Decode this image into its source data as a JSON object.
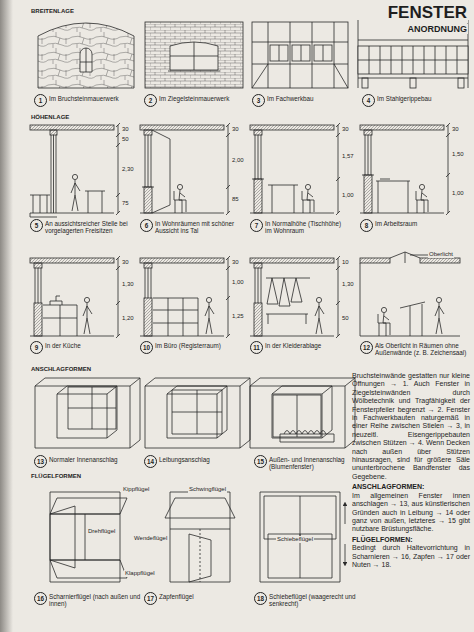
{
  "diagram": {
    "title": "FENSTER",
    "nodes": [
      {
        "text": [
          "1",
          "Im Bruchsteinmauerwerk"
        ]
      },
      {
        "text": [
          "2",
          "Im Ziegelsteinmauerwerk"
        ]
      },
      {
        "text": [
          "3",
          "Im Fachwerkbau"
        ]
      },
      {
        "text": [
          "4",
          "Im Stahlgerippebau"
        ]
      },
      {
        "text": [
          "5",
          "An aussichtsreicher Stelle bei vorgelagerten Freisitzen"
        ]
      },
      {
        "text": [
          "6",
          "In Wohnräumen mit schöner Aussicht ins Tal"
        ]
      },
      {
        "text": [
          "7",
          "In Normalhöhe (Tischhöhe) im Wohnraum"
        ]
      },
      {
        "text": [
          "8",
          "Im Arbeitsraum"
        ]
      },
      {
        "text": [
          "9",
          "In der Küche"
        ]
      },
      {
        "text": [
          "10",
          "Im Büro (Registerraum)"
        ]
      },
      {
        "text": [
          "11",
          "In der Kleiderablage"
        ]
      },
      {
        "text": [
          "12",
          "Als Oberlicht in Räumen ohne Außenwände (z. B. Zeichensaal)"
        ]
      },
      {
        "text": [
          "13",
          "Normaler Innenanschlag"
        ]
      },
      {
        "text": [
          "14",
          "Leibungsanschlag"
        ]
      },
      {
        "text": [
          "15",
          "Außen- und Innenanschlag (Blumenfenster)"
        ]
      },
      {
        "text": [
          "16",
          "Scharnierflügel (nach außen und innen)"
        ]
      },
      {
        "text": [
          "17",
          "Zapfenflügel"
        ]
      },
      {
        "text": [
          "18",
          "Schiebeflügel (waagerecht und senkrecht)"
        ]
      }
    ],
    "labels": [
      "ANORDNUNG",
      "BREITENLAGE",
      "HÖHENLAGE",
      "ANSCHLAGFORMEN",
      "FLÜGELFORMEN",
      "30",
      "50",
      "2,30",
      "75",
      "30",
      "2,00",
      "85",
      "30",
      "1,57",
      "1,00",
      "30",
      "1,50",
      "1,00",
      "30",
      "1,30",
      "1,20",
      "30",
      "1,00",
      "1,25",
      "10",
      "1,30",
      "50",
      "Oberlicht",
      "Kippflügel",
      "Drehflügel",
      "Klappflügel",
      "Schwingflügel",
      "Wendeflügel",
      "Schiebeflügel",
      "Bruchsteinwände gestatten nur kleine Öffnungen → 1. Auch Fenster in Ziegelsteinwänden durch Wölbetechnik und Tragfähigkeit der Fensterpfeiler begrenzt → 2. Fenster in Fachwerkbauten naturgemäß in einer Reihe zwischen Stielen → 3, in neuzeitl. Eisengerippebauten zwischen Stützen → 4. Wenn Decken nach außen über Stützen hinausragen, sind für größere Säle ununterbrochene Bandfenster das Gegebene.",
      "ANSCHLAGFORMEN:",
      "Im allgemeinen Fenster innen anschlagen → 13, aus künstlerischen Gründen auch in Leibung → 14 oder ganz von außen, letzteres → 15 gibt nutzbare Brüstungsfläche.",
      "FLÜGELFORMEN:",
      "Bedingt durch Haltevorrichtung in Scharnieren → 16, Zapfen → 17 oder Nuten → 18."
    ]
  }
}
